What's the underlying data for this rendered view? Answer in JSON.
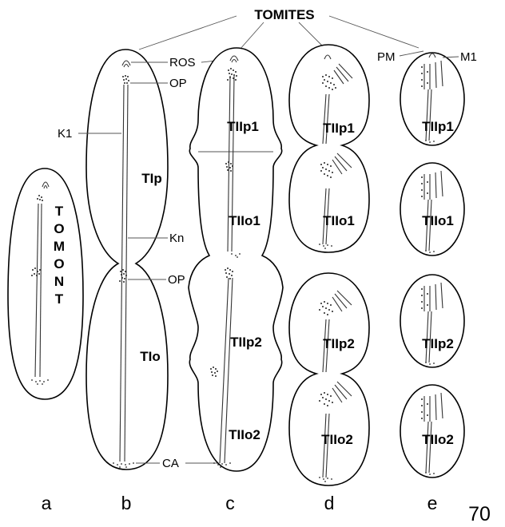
{
  "title": "TOMITES",
  "figure_number": "70",
  "tomont_label": [
    "T",
    "O",
    "M",
    "O",
    "N",
    "T"
  ],
  "labels": {
    "ros": "ROS",
    "op_top": "OP",
    "op_mid": "OP",
    "k1": "K1",
    "kn": "Kn",
    "ca": "CA",
    "pm": "PM",
    "m1": "M1"
  },
  "cell_labels": {
    "b_top": "TIp",
    "b_bottom": "TIo",
    "c": [
      "TIIp1",
      "TIIo1",
      "TIIp2",
      "TIIo2"
    ],
    "d": [
      "TIIp1",
      "TIIo1",
      "TIIp2",
      "TIIo2"
    ],
    "e": [
      "TIIp1",
      "TIIo1",
      "TIIp2",
      "TIIo2"
    ]
  },
  "panels": [
    "a",
    "b",
    "c",
    "d",
    "e"
  ]
}
